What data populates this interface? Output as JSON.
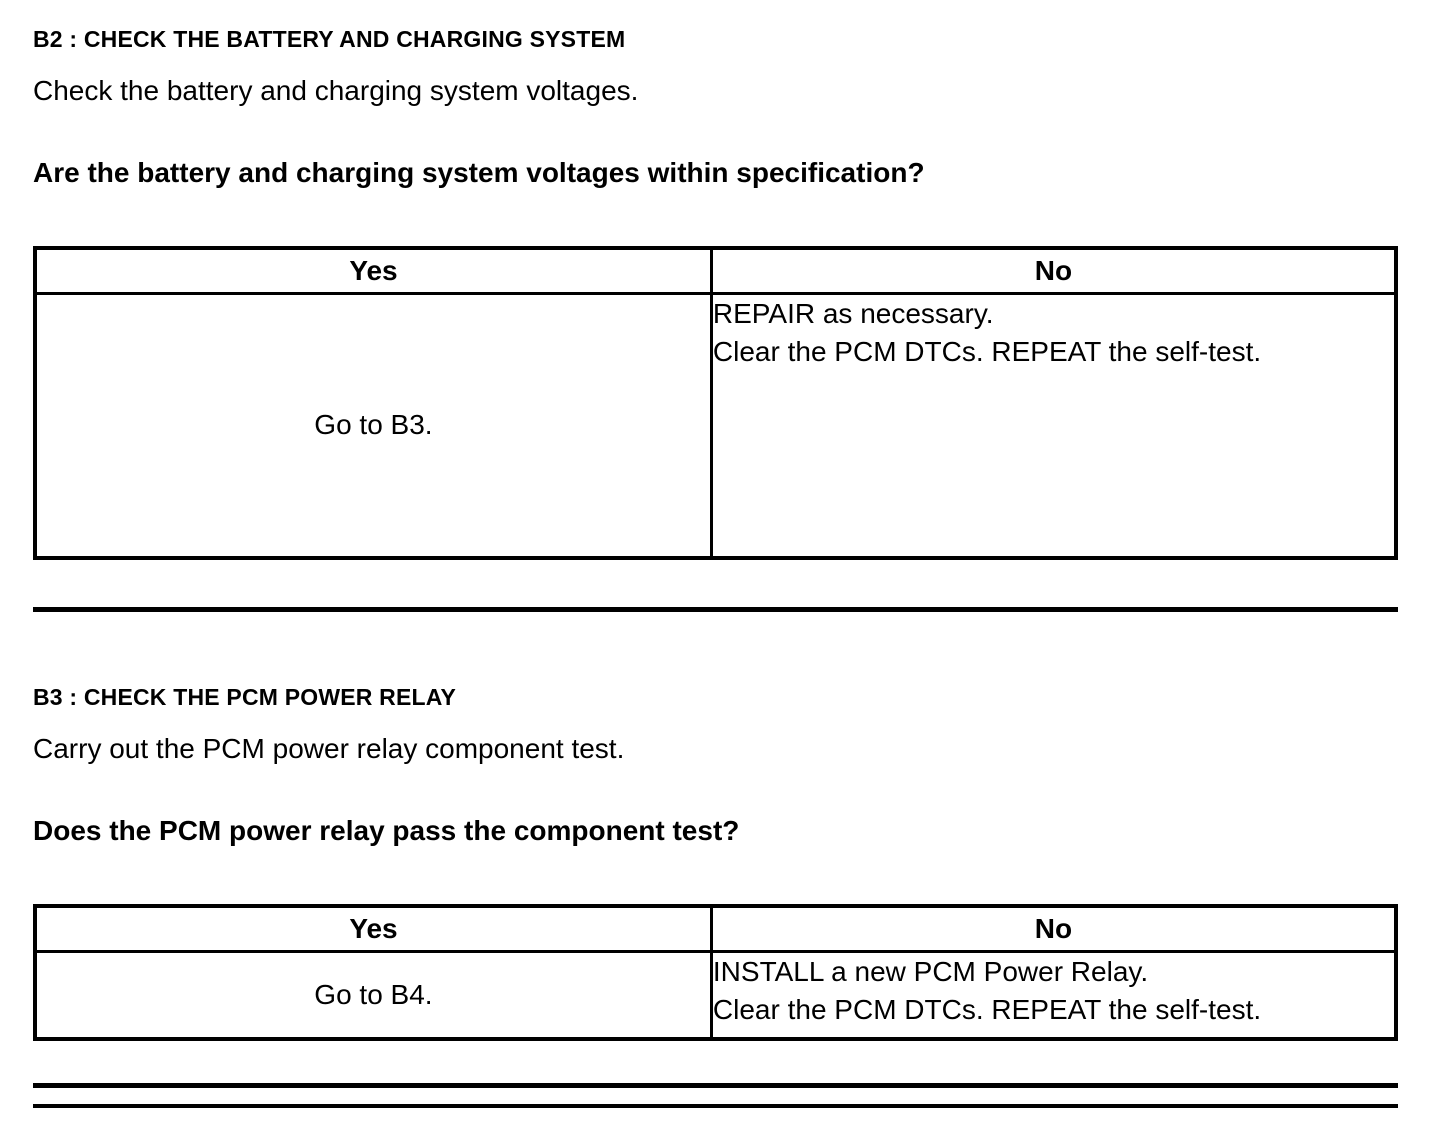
{
  "sections": [
    {
      "heading": "B2 : CHECK THE BATTERY AND CHARGING SYSTEM",
      "instruction": "Check the battery and charging system voltages.",
      "question": "Are the battery and charging system voltages within specification?",
      "table": {
        "headers": [
          "Yes",
          "No"
        ],
        "yes_action": "Go to B3.",
        "no_lines": [
          "REPAIR as necessary.",
          "Clear the PCM DTCs. REPEAT the self-test."
        ]
      }
    },
    {
      "heading": "B3 : CHECK THE PCM POWER RELAY",
      "instruction": "Carry out the PCM power relay component test.",
      "question": "Does the PCM power relay pass the component test?",
      "table": {
        "headers": [
          "Yes",
          "No"
        ],
        "yes_action": "Go to B4.",
        "no_lines": [
          "INSTALL a new PCM Power Relay.",
          "Clear the PCM DTCs. REPEAT the self-test."
        ]
      }
    }
  ]
}
